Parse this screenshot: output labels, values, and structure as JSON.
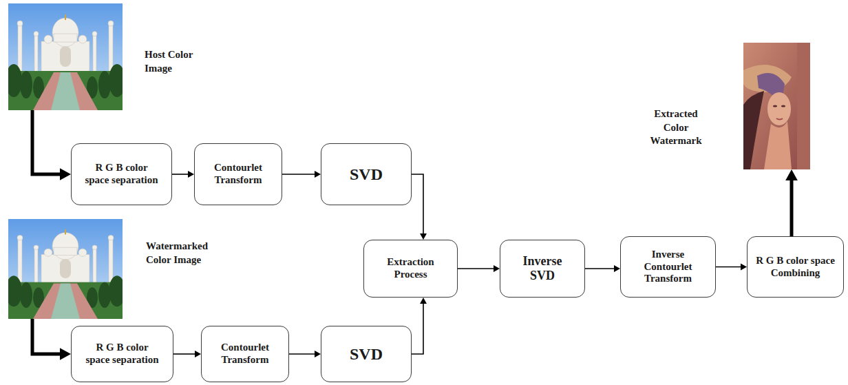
{
  "diagram": {
    "nodes": [
      {
        "text": [
          "Host Color Image"
        ]
      },
      {
        "text": [
          "R G B color space separation"
        ]
      },
      {
        "text": [
          "Contourlet Transform"
        ]
      },
      {
        "text": [
          "SVD"
        ]
      },
      {
        "text": [
          "Watermarked Color Image"
        ]
      },
      {
        "text": [
          "Extraction Process"
        ]
      },
      {
        "text": [
          "Inverse SVD"
        ]
      },
      {
        "text": [
          "Inverse Contourlet Transform"
        ]
      },
      {
        "text": [
          "R G B color space Combining"
        ]
      },
      {
        "text": [
          "R G B color space separation"
        ]
      },
      {
        "text": [
          "Contourlet Transform"
        ]
      },
      {
        "text": [
          "SVD"
        ]
      },
      {
        "text": [
          "Extracted Color Watermark"
        ]
      }
    ],
    "edges": [
      {
        "from": 0,
        "to": 1,
        "arrow": "to"
      },
      {
        "from": 1,
        "to": 2,
        "arrow": "to"
      },
      {
        "from": 2,
        "to": 3,
        "arrow": "to"
      },
      {
        "from": 3,
        "to": 5,
        "arrow": "to"
      },
      {
        "from": 4,
        "to": 9,
        "arrow": "to"
      },
      {
        "from": 9,
        "to": 10,
        "arrow": "to"
      },
      {
        "from": 10,
        "to": 11,
        "arrow": "to"
      },
      {
        "from": 11,
        "to": 5,
        "arrow": "to"
      },
      {
        "from": 5,
        "to": 6,
        "arrow": "to"
      },
      {
        "from": 6,
        "to": 7,
        "arrow": "to"
      },
      {
        "from": 7,
        "to": 8,
        "arrow": "to"
      },
      {
        "from": 8,
        "to": 12,
        "arrow": "to"
      }
    ]
  }
}
